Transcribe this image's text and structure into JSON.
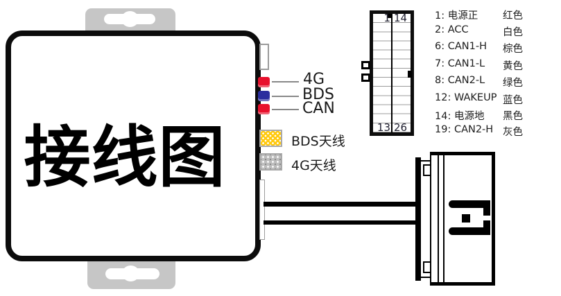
{
  "device": {
    "title": "接线图"
  },
  "side_ports": [
    {
      "label": "4G",
      "plug_color": "#e8112d"
    },
    {
      "label": "BDS",
      "plug_color": "#2b2e9e"
    },
    {
      "label": "CAN",
      "plug_color": "#e8112d"
    }
  ],
  "antennas": [
    {
      "label": "BDS天线",
      "pad_color": "#ffc90e"
    },
    {
      "label": "4G天线",
      "pad_color": "#bdbdbd"
    }
  ],
  "pin_connector": {
    "top_left": "1",
    "top_right": "14",
    "bottom_left": "13",
    "bottom_right": "26",
    "rows": 13,
    "cols": 2
  },
  "wire_legend": [
    {
      "label": "1:  电源正",
      "color_name": "红色"
    },
    {
      "label": "2:  ACC",
      "color_name": "白色"
    },
    {
      "label": "6:  CAN1-H",
      "color_name": "棕色"
    },
    {
      "label": "7:  CAN1-L",
      "color_name": "黄色"
    },
    {
      "label": "8:  CAN2-L",
      "color_name": "绿色"
    },
    {
      "label": "12:  WAKEUP",
      "color_name": "蓝色"
    },
    {
      "label": "14:  电源地",
      "color_name": "黑色"
    },
    {
      "label": "19:  CAN2-H",
      "color_name": "灰色"
    }
  ]
}
